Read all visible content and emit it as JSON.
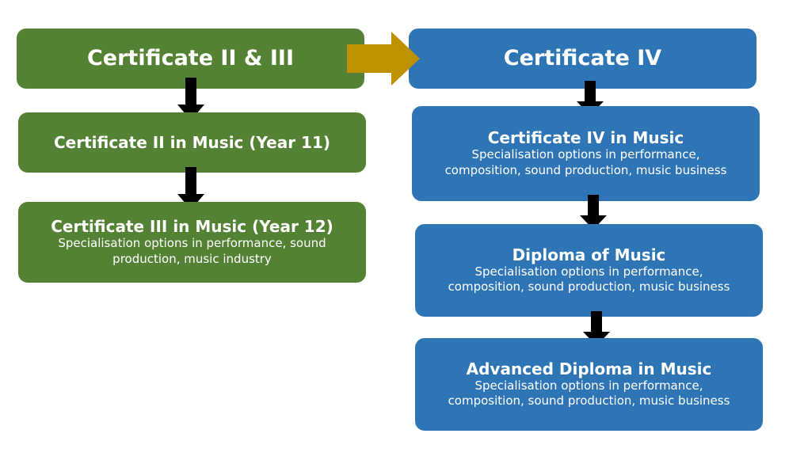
{
  "colors": {
    "green": "#548235",
    "blue": "#2e75b6",
    "connector_arrow": "#bf9000",
    "down_arrow": "#000000"
  },
  "left": {
    "header": "Certificate II & III",
    "boxes": [
      {
        "title": "Certificate II in Music (Year 11)",
        "desc": ""
      },
      {
        "title": "Certificate III in Music (Year 12)",
        "desc": "Specialisation options in performance, sound\nproduction, music industry"
      }
    ]
  },
  "right": {
    "header": "Certificate IV",
    "boxes": [
      {
        "title": "Certificate IV in Music",
        "desc": "Specialisation options in performance,\ncomposition, sound production, music business"
      },
      {
        "title": "Diploma of Music",
        "desc": "Specialisation options in performance,\ncomposition, sound production, music business"
      },
      {
        "title": "Advanced Diploma in Music",
        "desc": "Specialisation options in performance,\ncomposition, sound production, music business"
      }
    ]
  }
}
